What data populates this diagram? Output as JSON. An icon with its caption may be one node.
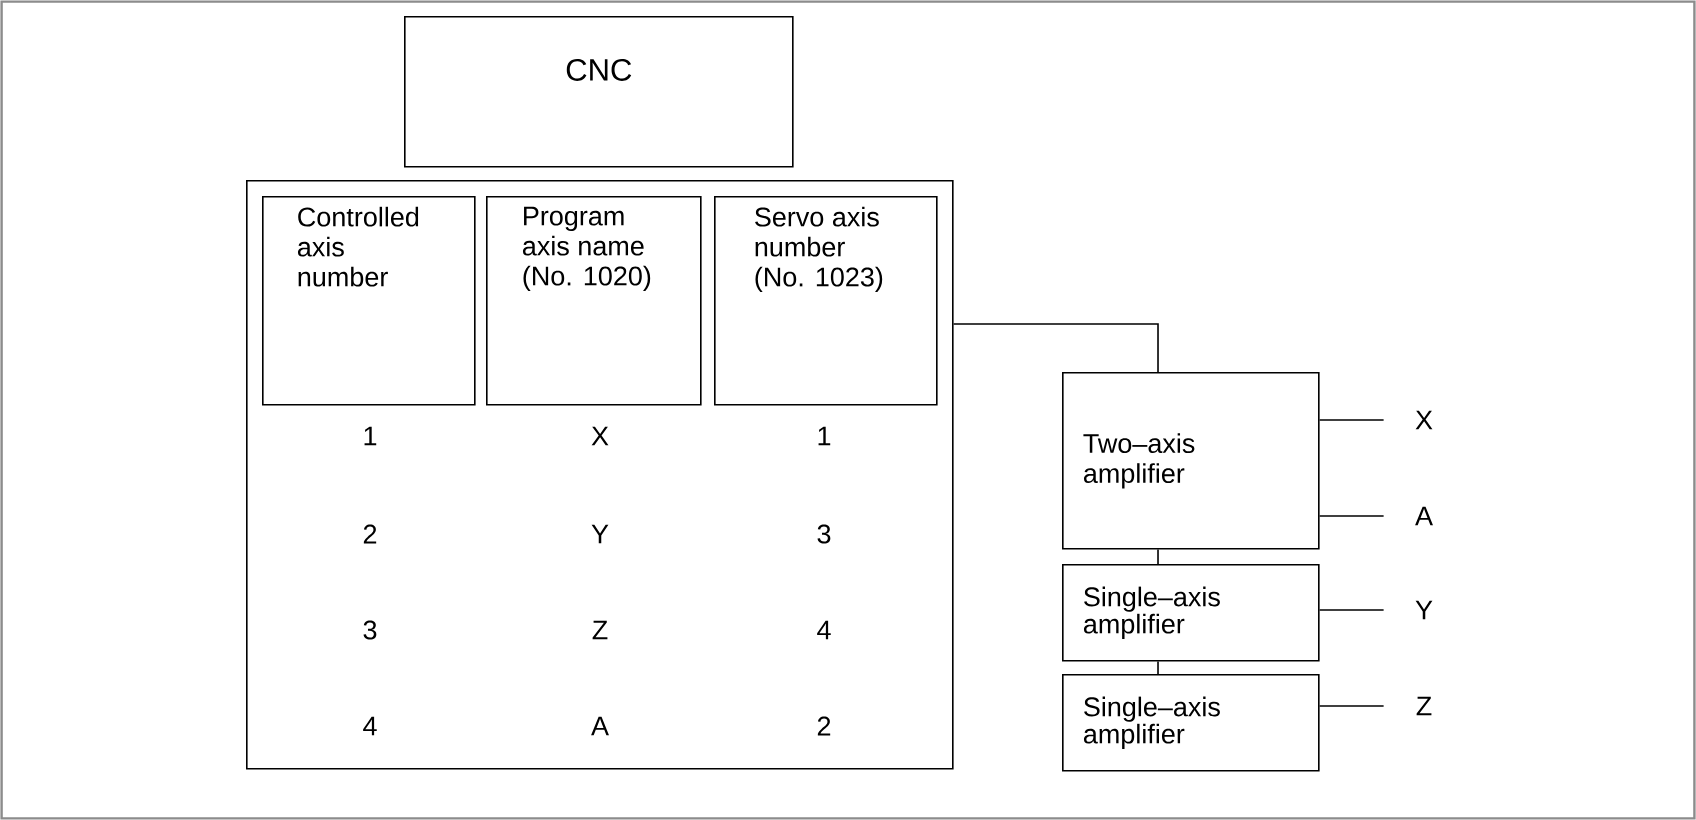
{
  "diagram": {
    "nodes": [
      {
        "text": [
          "CNC"
        ]
      },
      {
        "text": [],
        "shape": "box"
      },
      {
        "text": [
          "Controlled axis number"
        ],
        "in": 1
      },
      {
        "text": [
          "Program axis name (No. 1020)"
        ],
        "in": 1
      },
      {
        "text": [
          "Servo axis number (No. 1023)"
        ],
        "in": 1
      },
      {
        "text": [
          "Two–axis amplifier"
        ]
      },
      {
        "text": [
          "Single–axis amplifier"
        ]
      },
      {
        "text": [
          "Single–axis amplifier"
        ]
      },
      {
        "text": [
          "X"
        ]
      },
      {
        "text": [
          "A"
        ]
      },
      {
        "text": [
          "Y"
        ]
      },
      {
        "text": [
          "Z"
        ]
      }
    ],
    "edges": [
      {
        "from": 1,
        "to": 5,
        "arrow": "none"
      },
      {
        "from": 5,
        "to": 6,
        "arrow": "none"
      },
      {
        "from": 6,
        "to": 7,
        "arrow": "none"
      },
      {
        "from": 5,
        "to": 8,
        "arrow": "none"
      },
      {
        "from": 5,
        "to": 9,
        "arrow": "none"
      },
      {
        "from": 6,
        "to": 10,
        "arrow": "none"
      },
      {
        "from": 7,
        "to": 11,
        "arrow": "none"
      }
    ],
    "labels": [
      "1",
      "X",
      "1",
      "2",
      "Y",
      "3",
      "3",
      "Z",
      "4",
      "4",
      "A",
      "2"
    ]
  }
}
